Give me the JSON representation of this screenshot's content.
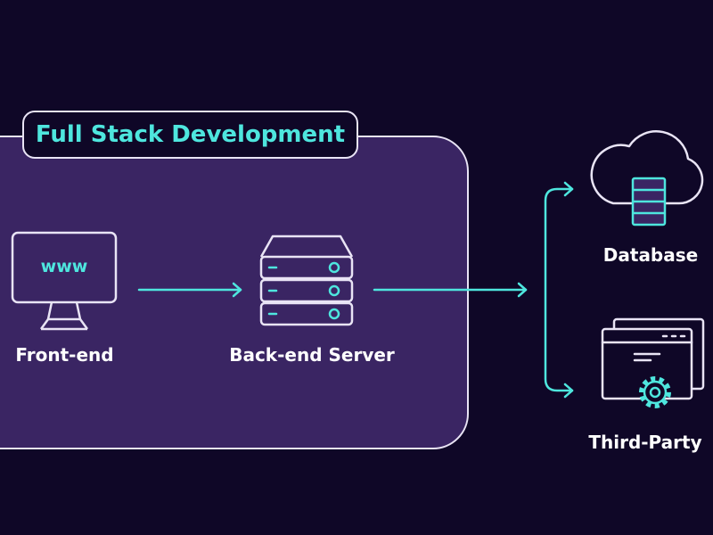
{
  "diagram": {
    "title": "Full Stack Development",
    "nodes": {
      "frontend": {
        "label": "Front-end",
        "screen_text": "www",
        "icon": "monitor-icon"
      },
      "backend": {
        "label": "Back-end Server",
        "icon": "server-icon"
      },
      "database": {
        "label": "Database",
        "icon": "cloud-database-icon"
      },
      "third_party": {
        "label": "Third-Party",
        "icon": "window-gear-icon"
      }
    },
    "edges": [
      {
        "from": "frontend",
        "to": "backend"
      },
      {
        "from": "backend",
        "to": "database"
      },
      {
        "from": "backend",
        "to": "third_party"
      }
    ]
  },
  "colors": {
    "background": "#0f0727",
    "panel": "#3a2563",
    "accent": "#4ee6de",
    "outline": "#e9e4f5",
    "text": "#ffffff"
  }
}
